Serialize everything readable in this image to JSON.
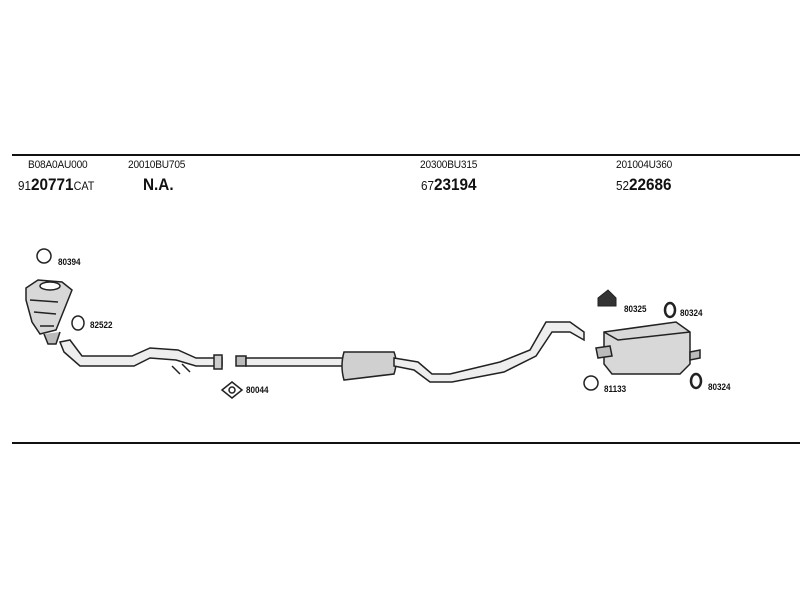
{
  "parts": [
    {
      "oem": "B08A0AU000",
      "prefix": "91",
      "number": "20771",
      "suffix": "CAT"
    },
    {
      "oem": "20010BU705",
      "prefix": "",
      "number": "N.A.",
      "suffix": ""
    },
    {
      "oem": "20300BU315",
      "prefix": "67",
      "number": "23194",
      "suffix": ""
    },
    {
      "oem": "201004U360",
      "prefix": "52",
      "number": "22686",
      "suffix": ""
    }
  ],
  "accessories": {
    "a80394": "80394",
    "a82522": "82522",
    "a80044": "80044",
    "a80325": "80325",
    "a80324_top": "80324",
    "a81133": "81133",
    "a80324_bottom": "80324"
  }
}
